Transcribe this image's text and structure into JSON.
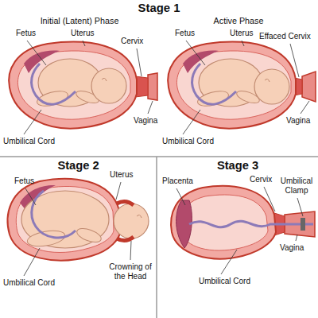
{
  "diagram": {
    "nodes": [
      {
        "text": [
          "Stage 1"
        ]
      },
      {
        "text": [
          "Initial (Latent) Phase"
        ],
        "in": 0
      },
      {
        "text": [
          "Active Phase"
        ],
        "in": 0
      },
      {
        "text": [
          "Stage 2"
        ]
      },
      {
        "text": [
          "Stage 3"
        ]
      }
    ],
    "labels": [
      "Fetus",
      "Uterus",
      "Cervix",
      "Vagina",
      "Umbilical Cord",
      "Fetus",
      "Uterus",
      "Effaced Cervix",
      "Vagina",
      "Umbilical Cord",
      "Fetus",
      "Uterus",
      "Umbilical Cord",
      "Crowning of the Head",
      "Placenta",
      "Cervix",
      "Umbilical Clamp",
      "Umbilical Cord",
      "Vagina"
    ]
  }
}
